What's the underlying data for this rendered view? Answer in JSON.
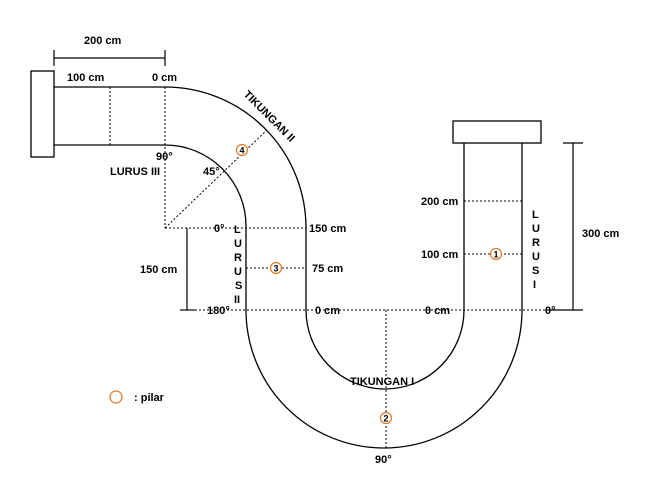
{
  "colors": {
    "line": "#000000",
    "pillar": "#e87722"
  },
  "dimensions": {
    "top_span": "200 cm",
    "lurus3_100": "100 cm",
    "lurus3_0": "0 cm",
    "lurus2_150": "150 cm",
    "lurus2_75": "75 cm",
    "bend_0_left": "0 cm",
    "bend_0_right": "0 cm",
    "lurus1_200": "200 cm",
    "lurus1_100": "100 cm",
    "height_right": "300 cm",
    "height_left": "150 cm"
  },
  "angles": {
    "a90_top": "90°",
    "a45": "45°",
    "a0_left": "0°",
    "a180": "180°",
    "a0_right": "0°",
    "a90_bottom": "90°"
  },
  "sections": {
    "lurus1": [
      "L",
      "U",
      "R",
      "U",
      "S",
      "I"
    ],
    "lurus2": [
      "L",
      "U",
      "R",
      "U",
      "S",
      "II"
    ],
    "lurus3": "LURUS III",
    "tikungan1": "TIKUNGAN I",
    "tikungan2": "TIKUNGAN II"
  },
  "pillars": [
    {
      "id": "p1",
      "label": "1"
    },
    {
      "id": "p2",
      "label": "2"
    },
    {
      "id": "p3",
      "label": "3"
    },
    {
      "id": "p4",
      "label": "4"
    }
  ],
  "legend": {
    "label": ": pilar"
  }
}
